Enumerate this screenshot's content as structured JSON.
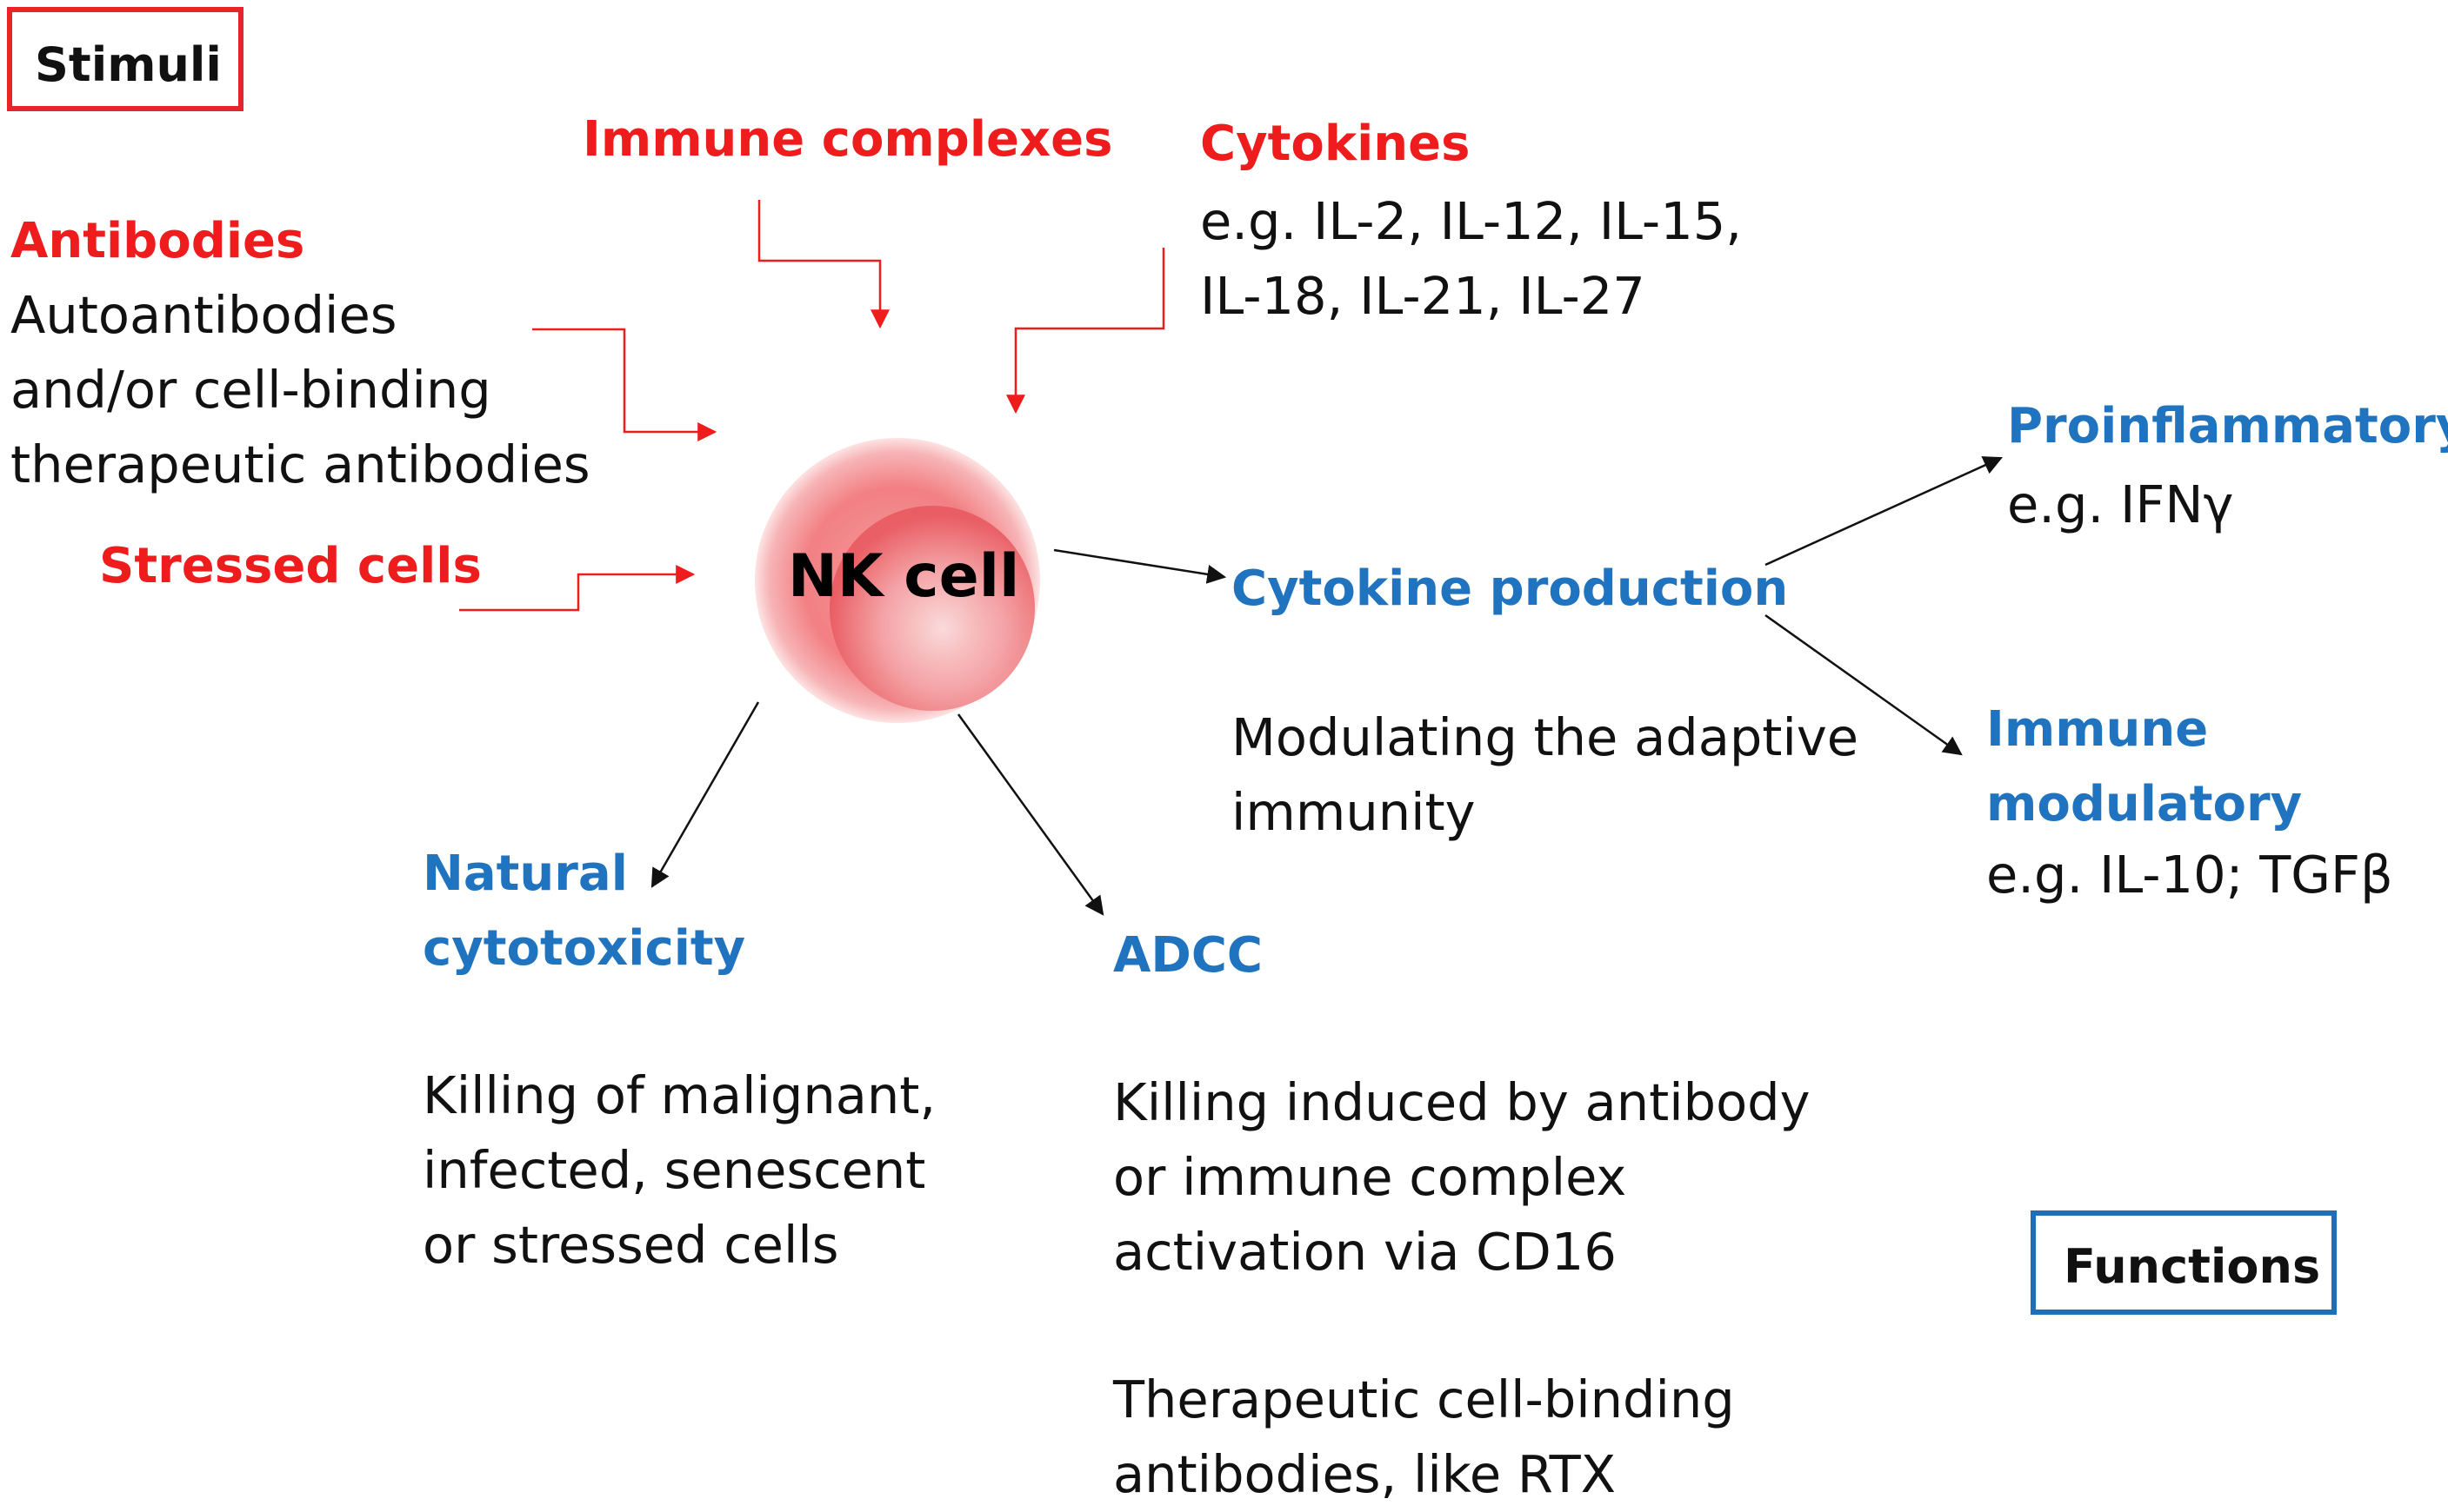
{
  "labels": {
    "stimuli_box": "Stimuli",
    "functions_box": "Functions",
    "nk_cell": "NK cell"
  },
  "stimuli": {
    "immune_complexes": "Immune complexes",
    "cytokines": {
      "title": "Cytokines",
      "line1": "e.g. IL-2, IL-12, IL-15,",
      "line2": "IL-18, IL-21, IL-27"
    },
    "antibodies": {
      "title": "Antibodies",
      "line1": "Autoantibodies",
      "line2": "and/or cell-binding",
      "line3": "therapeutic antibodies"
    },
    "stressed_cells": "Stressed cells"
  },
  "functions": {
    "cytokine_production": {
      "title": "Cytokine production",
      "line1": "Modulating the adaptive",
      "line2": "immunity"
    },
    "proinflammatory": {
      "title": "Proinflammatory",
      "example": "e.g. IFNγ"
    },
    "immune_modulatory": {
      "title_line1": "Immune",
      "title_line2": "modulatory",
      "example": "e.g. IL-10; TGFβ"
    },
    "natural_cytotoxicity": {
      "title_line1": "Natural",
      "title_line2": "cytotoxicity",
      "line1": "Killing of malignant,",
      "line2": "infected, senescent",
      "line3": "or stressed cells"
    },
    "adcc": {
      "title": "ADCC",
      "line1": "Killing induced by antibody",
      "line2": "or immune complex",
      "line3": "activation via CD16",
      "line4": "Therapeutic cell-binding",
      "line5": "antibodies, like RTX"
    }
  },
  "colors": {
    "stimulus_red": "#ee1c1c",
    "function_blue": "#1f73bf",
    "cell_pink": "#f08a8c"
  }
}
